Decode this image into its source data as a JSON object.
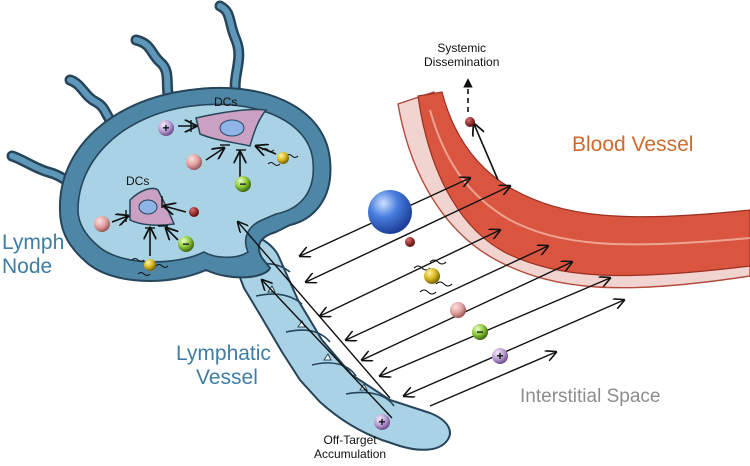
{
  "labels": {
    "lymph_node": [
      "Lymph",
      "Node"
    ],
    "lymphatic_vessel": [
      "Lymphatic",
      "Vessel"
    ],
    "blood_vessel": "Blood Vessel",
    "interstitial_space": "Interstitial Space",
    "systemic_dissemination": [
      "Systemic",
      "Dissemination"
    ],
    "off_target_accumulation": [
      "Off-Target",
      "Accumulation"
    ],
    "dc_label": "DCs"
  },
  "particle_signs": {
    "positive": "+",
    "negative": "−"
  },
  "colors": {
    "lymph_fill": "#a9d2e4",
    "lymph_outline": "#26455a",
    "lymph_rim": "#4e86a6",
    "blood_fill": "#d9553f",
    "blood_wall": "#f1d4cf",
    "label_blue": "#3f7da5",
    "label_orange": "#cf6a2c",
    "label_grey": "#8d8d8d",
    "particle_large": "#2f63c4",
    "particle_small_dark": "#8a1c1c",
    "particle_gold": "#d8b820",
    "particle_pink": "#e0a0a0",
    "particle_green": "#8cc83a",
    "particle_purple": "#b79bd2",
    "dc_cell": "#caa1c2"
  }
}
